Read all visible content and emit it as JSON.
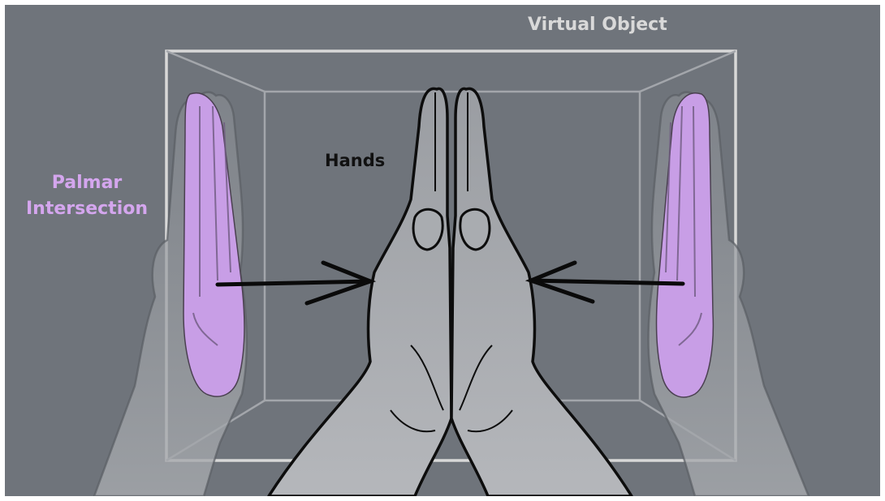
{
  "labels": {
    "virtual_object": "Virtual Object",
    "hands": "Hands",
    "palmar_intersection": "Palmar\nIntersection"
  },
  "colors": {
    "background": "#6f747b",
    "box_outline": "#d8d8d8",
    "palm_highlight": "#c89ee6",
    "palmar_label": "#d4a6ee",
    "ink": "#111111"
  }
}
